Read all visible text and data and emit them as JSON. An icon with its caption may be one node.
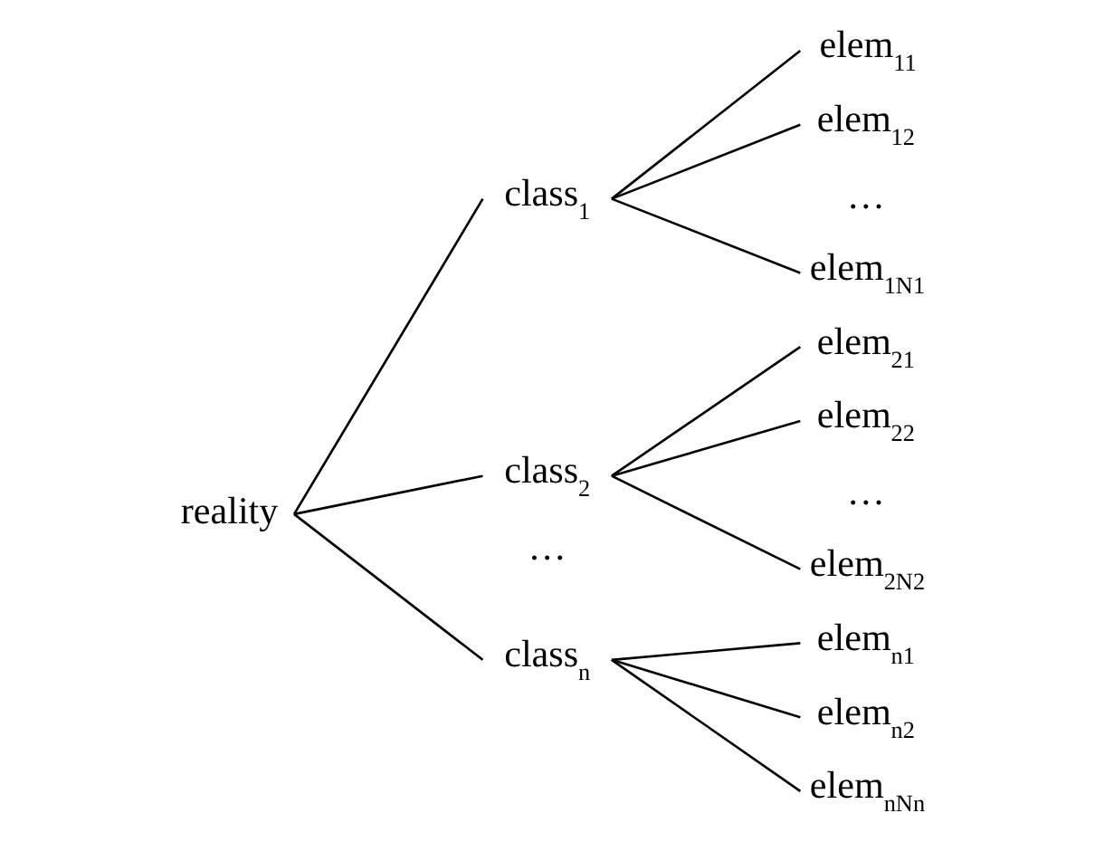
{
  "diagram": {
    "nodes": [
      {
        "text": [
          "reality"
        ]
      },
      {
        "text": [
          "class$_{1}$"
        ]
      },
      {
        "text": [
          "class$_{2}$"
        ]
      },
      {
        "text": [
          "class$_{n}$"
        ]
      },
      {
        "text": [
          "elem$_{11}$"
        ]
      },
      {
        "text": [
          "elem$_{12}$"
        ]
      },
      {
        "text": [
          "elem$_{1N1}$"
        ]
      },
      {
        "text": [
          "elem$_{21}$"
        ]
      },
      {
        "text": [
          "elem$_{22}$"
        ]
      },
      {
        "text": [
          "elem$_{2N2}$"
        ]
      },
      {
        "text": [
          "elem$_{n1}$"
        ]
      },
      {
        "text": [
          "elem$_{n2}$"
        ]
      },
      {
        "text": [
          "elem$_{nNn}$"
        ]
      }
    ],
    "edges": [
      {
        "from": 0,
        "to": 1,
        "arrow": "none"
      },
      {
        "from": 0,
        "to": 2,
        "arrow": "none"
      },
      {
        "from": 0,
        "to": 3,
        "arrow": "none"
      },
      {
        "from": 1,
        "to": 4,
        "arrow": "none"
      },
      {
        "from": 1,
        "to": 5,
        "arrow": "none"
      },
      {
        "from": 1,
        "to": 6,
        "arrow": "none"
      },
      {
        "from": 2,
        "to": 7,
        "arrow": "none"
      },
      {
        "from": 2,
        "to": 8,
        "arrow": "none"
      },
      {
        "from": 2,
        "to": 9,
        "arrow": "none"
      },
      {
        "from": 3,
        "to": 10,
        "arrow": "none"
      },
      {
        "from": 3,
        "to": 11,
        "arrow": "none"
      },
      {
        "from": 3,
        "to": 12,
        "arrow": "none"
      }
    ],
    "labels": [
      "…",
      "…",
      "…"
    ]
  }
}
